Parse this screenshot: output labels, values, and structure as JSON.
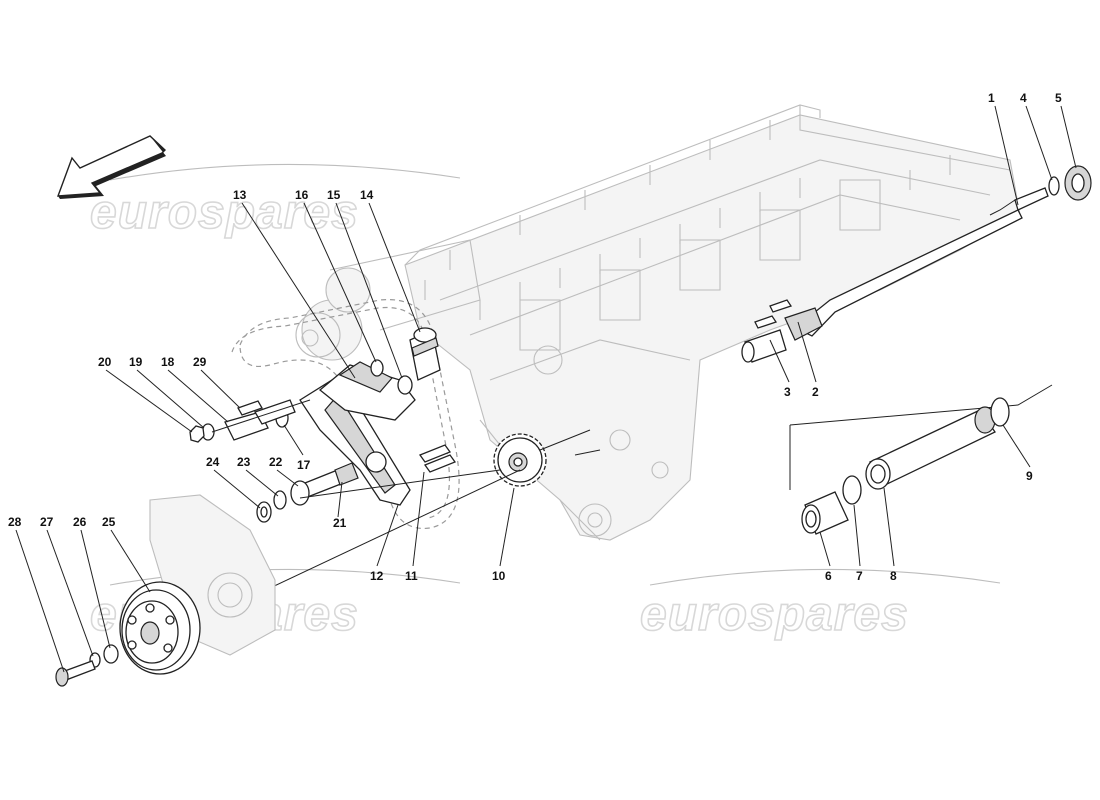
{
  "watermark": "eurospares",
  "callouts": [
    "1",
    "2",
    "3",
    "4",
    "5",
    "6",
    "7",
    "8",
    "9",
    "10",
    "11",
    "12",
    "13",
    "14",
    "15",
    "16",
    "17",
    "18",
    "19",
    "20",
    "21",
    "22",
    "23",
    "24",
    "25",
    "26",
    "27",
    "28",
    "29"
  ],
  "icons": {
    "direction_arrow": "front-direction-arrow-icon"
  }
}
